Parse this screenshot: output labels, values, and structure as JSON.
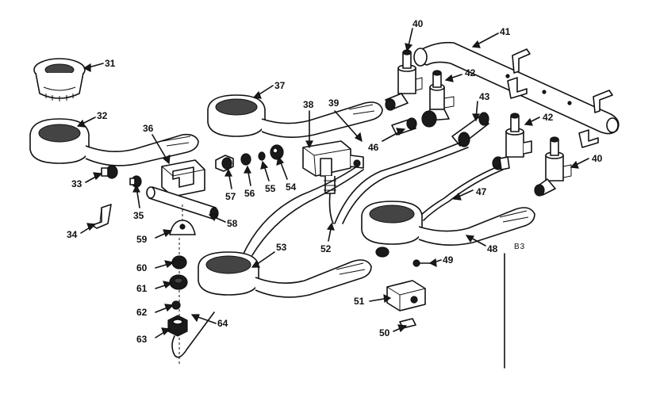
{
  "diagram": {
    "labels": {
      "l31": "31",
      "l32": "32",
      "l33": "33",
      "l34": "34",
      "l35": "35",
      "l36": "36",
      "l37": "37",
      "l38": "38",
      "l39": "39",
      "l40a": "40",
      "l40b": "40",
      "l41": "41",
      "l42a": "42",
      "l42b": "42",
      "l43": "43",
      "l46": "46",
      "l47": "47",
      "l48": "48",
      "l49": "49",
      "l50": "50",
      "l51": "51",
      "l52": "52",
      "l53": "53",
      "l54": "54",
      "l55": "55",
      "l56": "56",
      "l57": "57",
      "l58": "58",
      "l59": "59",
      "l60": "60",
      "l61": "61",
      "l62": "62",
      "l63": "63",
      "l64": "64"
    },
    "corner_note": "B3"
  }
}
